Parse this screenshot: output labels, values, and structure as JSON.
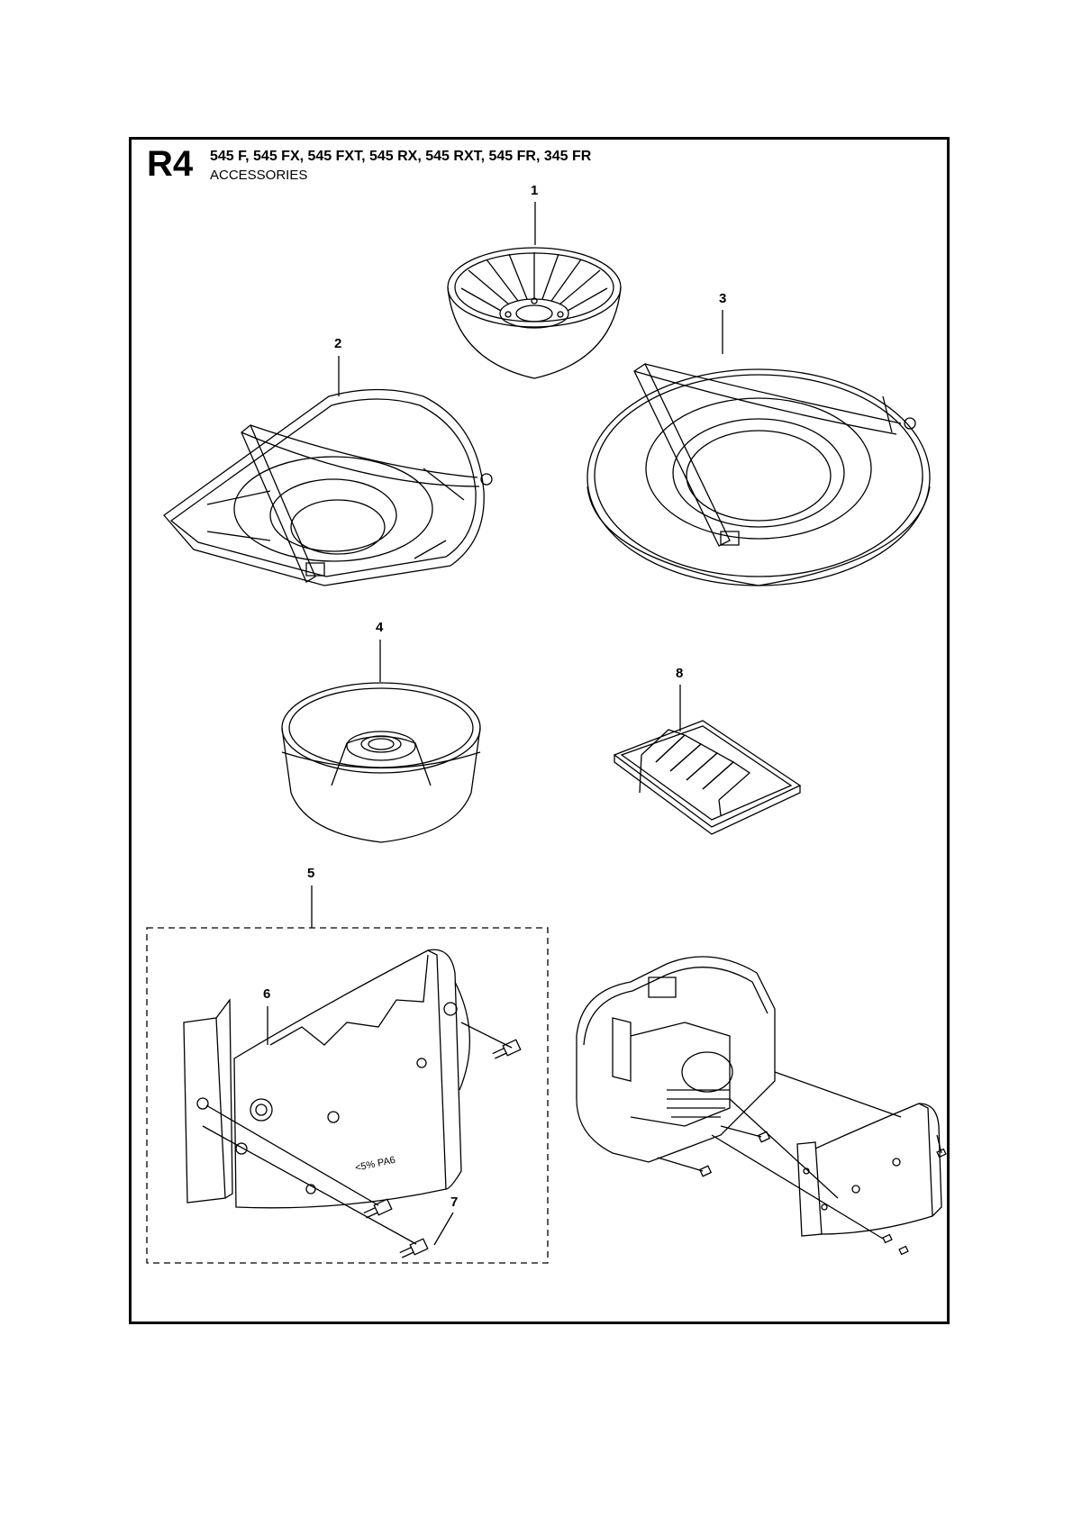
{
  "header": {
    "code": "R4",
    "models": "545 F, 545 FX, 545 FXT, 545 RX, 545 RXT, 545 FR, 345 FR",
    "section": "ACCESSORIES"
  },
  "callouts": [
    "1",
    "2",
    "3",
    "4",
    "5",
    "6",
    "7",
    "8"
  ]
}
